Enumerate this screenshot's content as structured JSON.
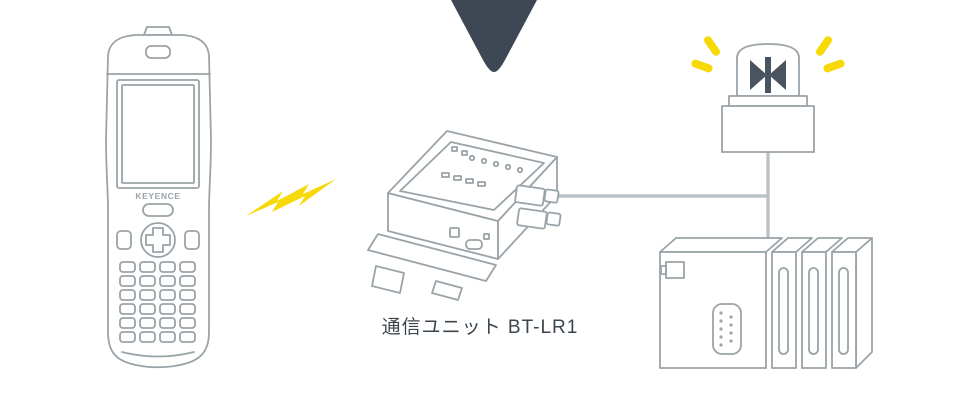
{
  "caption": {
    "communication_unit_label": "通信ユニット BT-LR1"
  },
  "handheld": {
    "brand_label": "KEYENCE"
  },
  "colors": {
    "outline": "#9aa3a8",
    "connector_line": "#bcc3c7",
    "accent_yellow": "#f8d908",
    "arrow_dark": "#3e4854",
    "symbol_dark": "#4a545e",
    "label_text": "#3b454e"
  },
  "icons": {
    "handheld_terminal": "handheld-terminal-illustration",
    "wireless_lightning": "lightning-bolt-icon",
    "down_arrow": "down-arrow-icon",
    "communication_unit": "communication-unit-illustration",
    "signal_tower": "beacon-light-illustration",
    "plc": "plc-illustration"
  }
}
